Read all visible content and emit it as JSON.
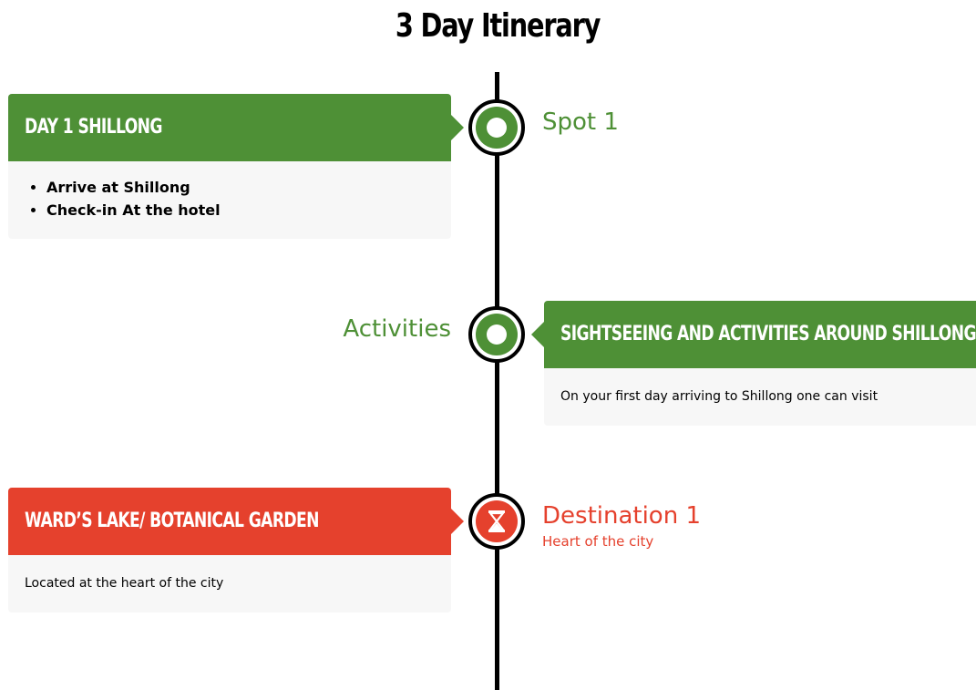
{
  "page": {
    "title": "3 Day Itinerary"
  },
  "colors": {
    "green": "#4e9036",
    "red": "#e5412d",
    "black": "#000000",
    "card_body": "#f7f7f7"
  },
  "timeline": [
    {
      "marker_icon": "circle-dot-icon",
      "marker_color": "#4e9036",
      "label": "Spot 1",
      "sublabel": "",
      "card": {
        "title": "DAY 1 SHILLONG",
        "items": [
          "Arrive at Shillong",
          "Check-in At the hotel"
        ],
        "text": ""
      }
    },
    {
      "marker_icon": "circle-dot-icon",
      "marker_color": "#4e9036",
      "label": "Activities",
      "sublabel": "",
      "card": {
        "title": "SIGHTSEEING AND ACTIVITIES AROUND SHILLONG",
        "items": [],
        "text": "On your first day arriving to Shillong one can visit"
      }
    },
    {
      "marker_icon": "hourglass-icon",
      "marker_color": "#e5412d",
      "label": "Destination 1",
      "sublabel": "Heart of the city",
      "card": {
        "title": "WARD’S LAKE/ BOTANICAL GARDEN",
        "items": [],
        "text": "Located at the heart of the city"
      }
    }
  ]
}
